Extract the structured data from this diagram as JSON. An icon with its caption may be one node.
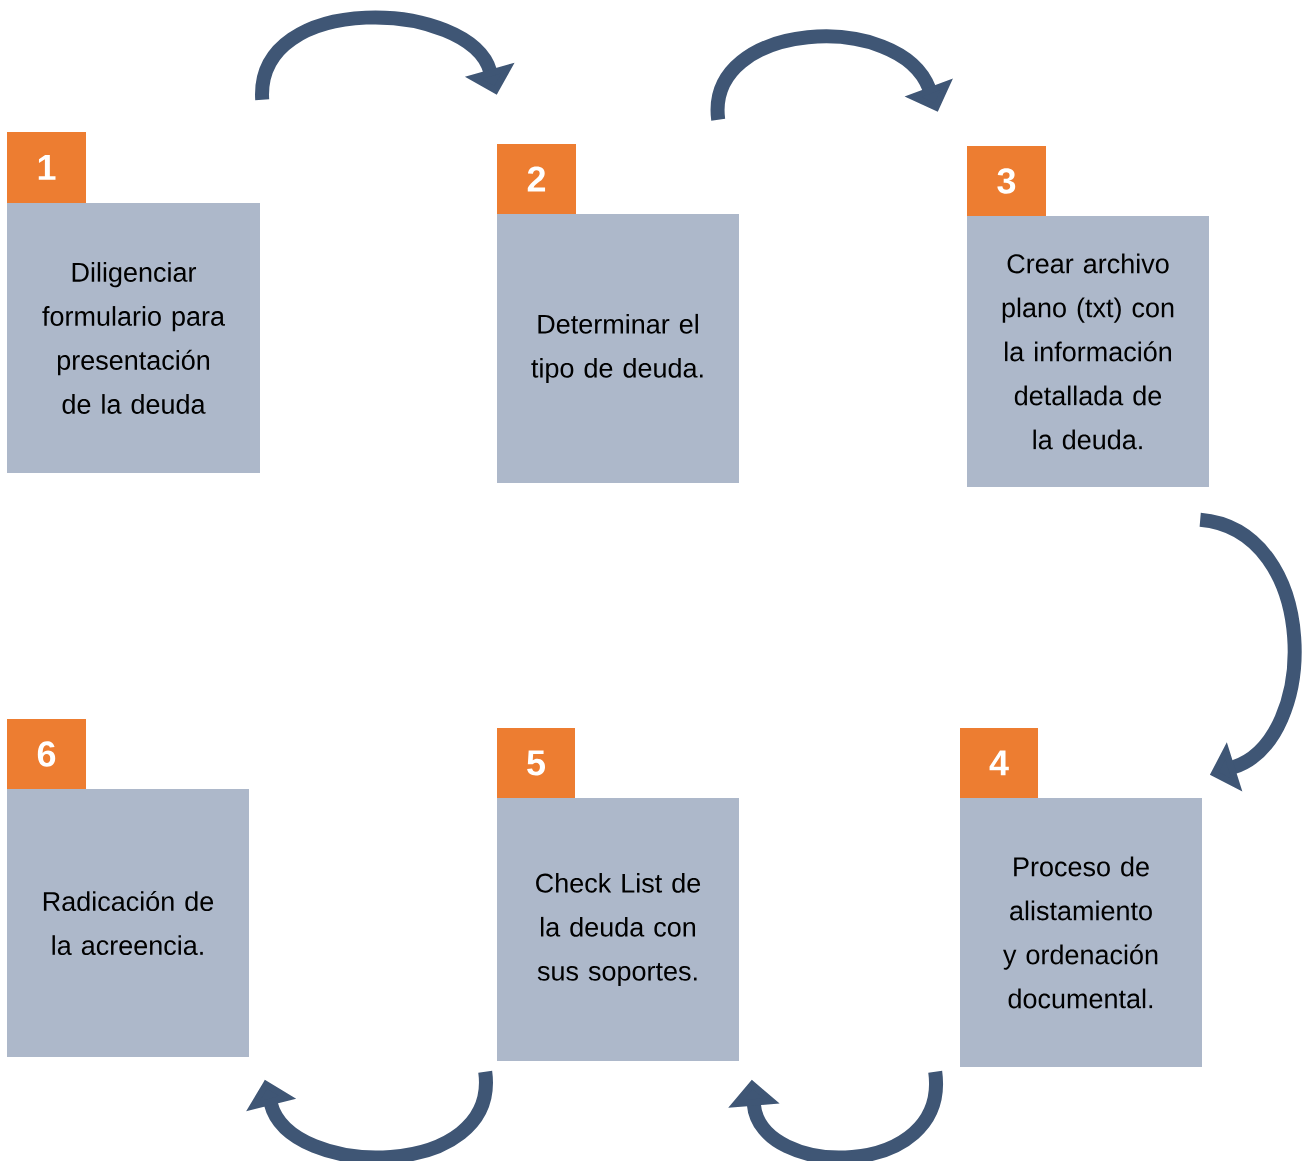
{
  "diagram": {
    "nodes": [
      {
        "text": [
          "1",
          "Diligenciar formulario para presentación de la deuda"
        ]
      },
      {
        "text": [
          "2",
          "Determinar el tipo de deuda."
        ]
      },
      {
        "text": [
          "3",
          "Crear archivo plano (txt) con la información detallada de la deuda."
        ]
      },
      {
        "text": [
          "4",
          "Proceso de alistamiento y ordenación documental."
        ]
      },
      {
        "text": [
          "5",
          "Check List de la deuda con sus soportes."
        ]
      },
      {
        "text": [
          "6",
          "Radicación de la acreencia."
        ]
      }
    ],
    "edges": [
      {
        "from": 0,
        "to": 1,
        "arrow": "to"
      },
      {
        "from": 1,
        "to": 2,
        "arrow": "to"
      },
      {
        "from": 2,
        "to": 3,
        "arrow": "to"
      },
      {
        "from": 3,
        "to": 4,
        "arrow": "to"
      },
      {
        "from": 4,
        "to": 5,
        "arrow": "to"
      }
    ]
  }
}
